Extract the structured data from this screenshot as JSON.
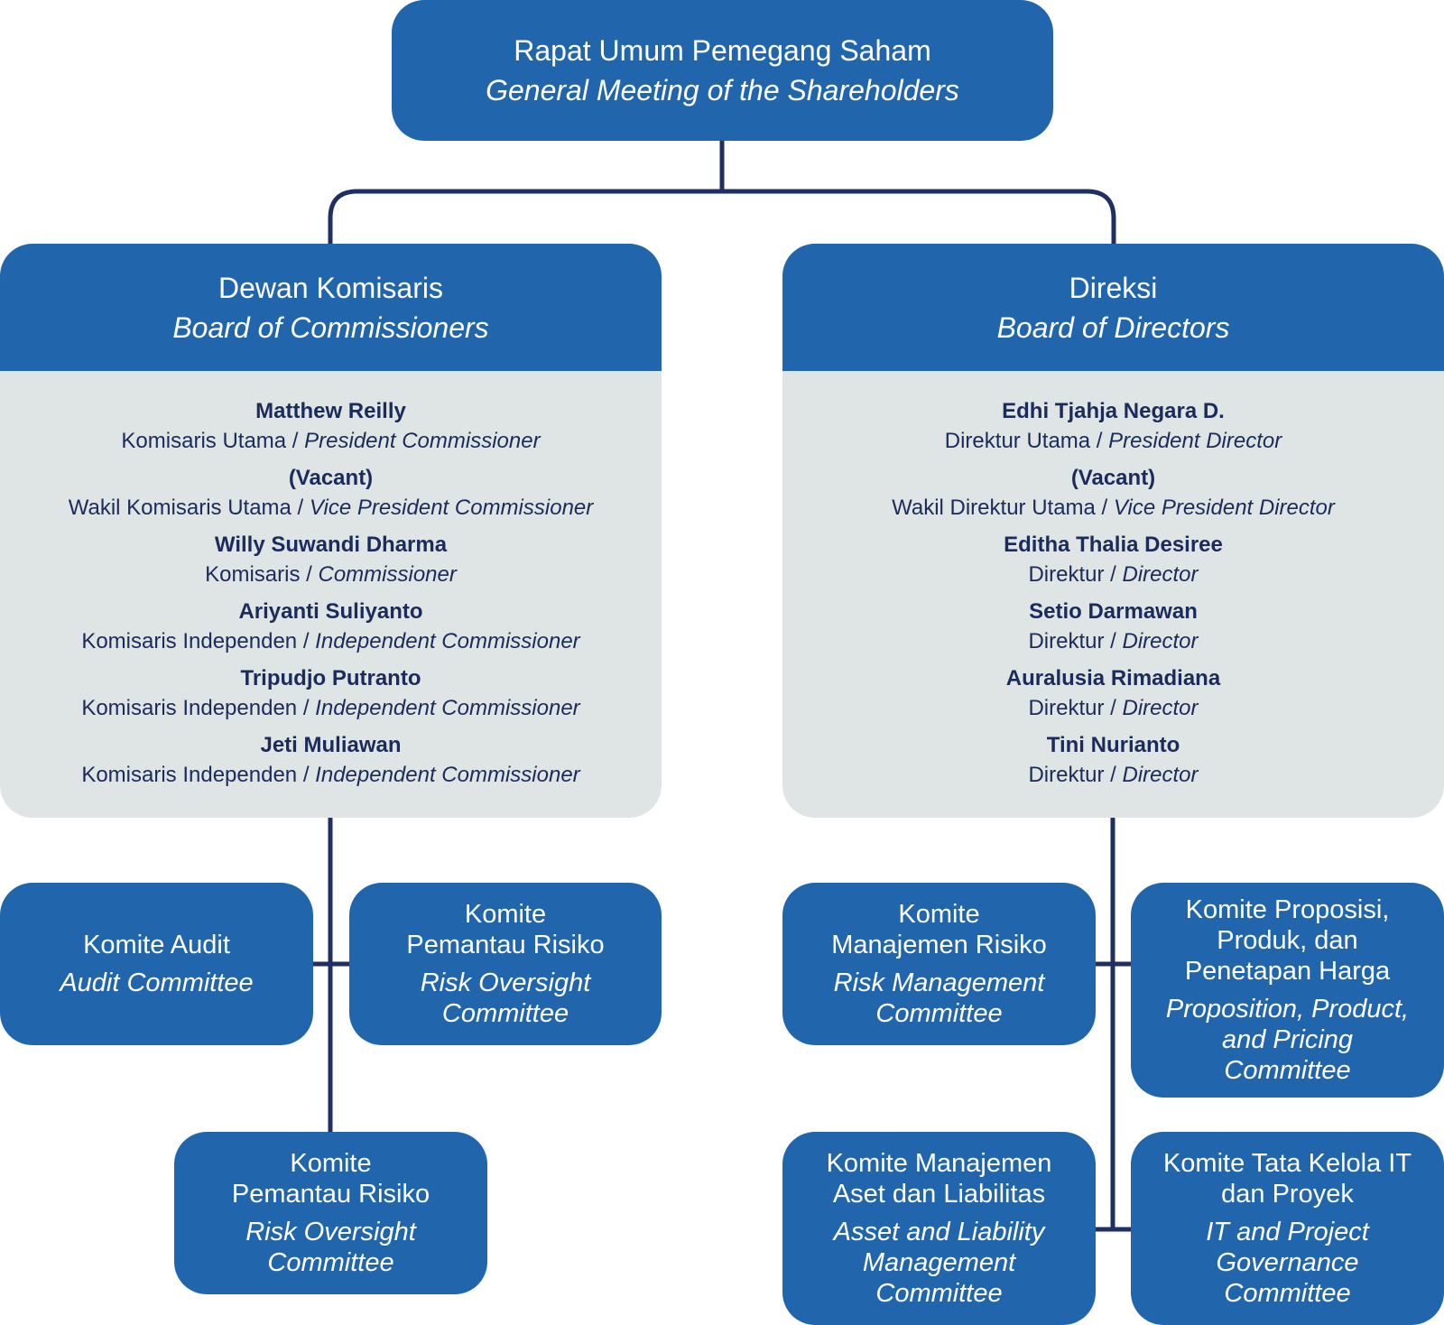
{
  "colors": {
    "box": "#2166ac",
    "panel_body": "#dfe4e5",
    "line": "#1f2f63",
    "member_text": "#1b2b5a"
  },
  "gms": {
    "id": "Rapat Umum Pemegang Saham",
    "en": "General Meeting of the Shareholders"
  },
  "boc": {
    "id": "Dewan Komisaris",
    "en": "Board of Commissioners",
    "members": [
      {
        "name": "Matthew Reilly",
        "role_id": "Komisaris Utama",
        "role_en": "President Commissioner"
      },
      {
        "name": "(Vacant)",
        "role_id": "Wakil Komisaris Utama",
        "role_en": "Vice President Commissioner"
      },
      {
        "name": "Willy Suwandi Dharma",
        "role_id": "Komisaris",
        "role_en": "Commissioner"
      },
      {
        "name": "Ariyanti Suliyanto",
        "role_id": "Komisaris Independen",
        "role_en": "Independent Commissioner"
      },
      {
        "name": "Tripudjo Putranto",
        "role_id": "Komisaris Independen",
        "role_en": "Independent Commissioner"
      },
      {
        "name": "Jeti Muliawan",
        "role_id": "Komisaris Independen",
        "role_en": "Independent Commissioner"
      }
    ]
  },
  "bod": {
    "id": "Direksi",
    "en": "Board of Directors",
    "members": [
      {
        "name": "Edhi Tjahja Negara D.",
        "role_id": "Direktur Utama",
        "role_en": "President Director"
      },
      {
        "name": "(Vacant)",
        "role_id": "Wakil Direktur Utama",
        "role_en": "Vice President Director"
      },
      {
        "name": "Editha Thalia Desiree",
        "role_id": "Direktur",
        "role_en": "Director"
      },
      {
        "name": "Setio Darmawan",
        "role_id": "Direktur",
        "role_en": "Director"
      },
      {
        "name": "Auralusia Rimadiana",
        "role_id": "Direktur",
        "role_en": "Director"
      },
      {
        "name": "Tini Nurianto",
        "role_id": "Direktur",
        "role_en": "Director"
      }
    ]
  },
  "committees": {
    "audit": {
      "id": "Komite Audit",
      "en": "Audit Committee"
    },
    "risk_oversight_1": {
      "id": "Komite\nPemantau Risiko",
      "en": "Risk Oversight\nCommittee"
    },
    "risk_oversight_2": {
      "id": "Komite\nPemantau Risiko",
      "en": "Risk Oversight\nCommittee"
    },
    "risk_management": {
      "id": "Komite\nManajemen Risiko",
      "en": "Risk Management\nCommittee"
    },
    "proposition": {
      "id": "Komite Proposisi,\nProduk, dan\nPenetapan Harga",
      "en": "Proposition, Product,\nand Pricing\nCommittee"
    },
    "alco": {
      "id": "Komite Manajemen\nAset dan Liabilitas",
      "en": "Asset and Liability\nManagement\nCommittee"
    },
    "it_governance": {
      "id": "Komite Tata Kelola IT\ndan Proyek",
      "en": "IT and Project\nGovernance\nCommittee"
    }
  }
}
